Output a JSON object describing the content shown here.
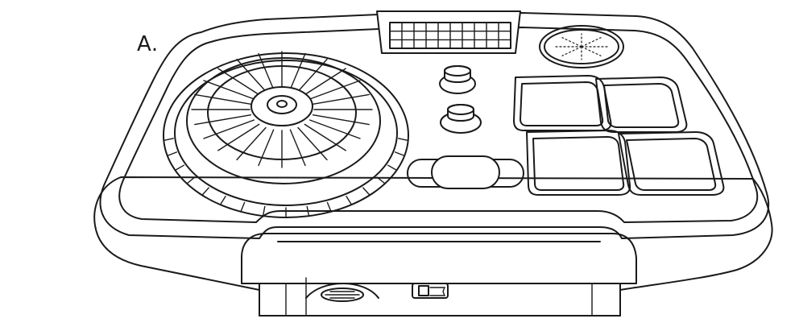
{
  "figure": {
    "label": "A.",
    "stroke_color": "#1a1a1a",
    "background_color": "#ffffff"
  },
  "controller": {
    "parts": [
      "turntable-jog-wheel",
      "lcd-grid-display",
      "speaker-grille",
      "rotary-knob",
      "rotary-knob",
      "crossfader-slider",
      "drum-pad",
      "drum-pad",
      "drum-pad",
      "drum-pad",
      "front-scroll-wheel",
      "front-switch"
    ],
    "pad_count": 4,
    "knob_count": 2
  }
}
